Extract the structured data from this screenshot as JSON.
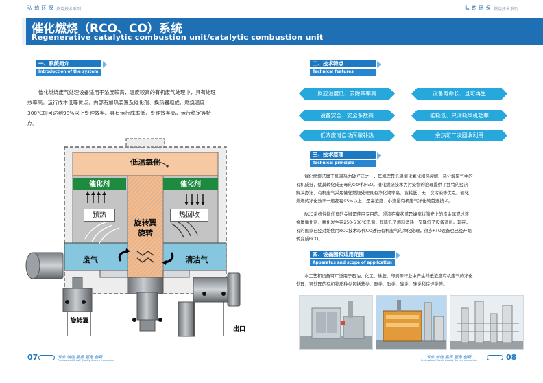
{
  "header": {
    "brand_left": "弘 韵 环 保",
    "series_left": "燃烧技术系列",
    "brand_right": "弘 韵 环 保",
    "series_right": "燃烧技术系列"
  },
  "title": {
    "cn": "催化燃烧（RCO、CO）系统",
    "en": "Regenerative catalytic combustion unit/catalytic combustion unit"
  },
  "intro": {
    "heading_cn": "一、系统简介",
    "heading_en": "Introduction of the system",
    "lines": [
      "催化燃烧废气处理设备适用于浓度较高，温度较高的有机废气处理中，具有处理",
      "效率高，运行成本低等优点，内部有加热装置及催化剂、换热器组成，燃烧温度",
      "300℃即可达到98%以上处理效率。具有运行成本低，处理效率高，运行稳定等特",
      "点。"
    ]
  },
  "diagram": {
    "top_label": "低温氧化",
    "catalyst_left": "催化剂",
    "catalyst_right": "催化剂",
    "preheat": "预热",
    "heat_recovery": "热回收",
    "center_1": "旋转翼",
    "center_2": "旋转",
    "waste_gas": "废气",
    "clean_gas": "清洁气",
    "rotor_label": "旋转翼",
    "outlet_label": "出口"
  },
  "features": {
    "heading_cn": "二、技术特点",
    "heading_en": "Technical features",
    "items": [
      "反应温度低、去除效率高",
      "设备寿命长、且可再生",
      "设备安全、安全系数高",
      "能耗低、只消耗风机功率",
      "低浓度时自动间歇补热",
      "余热可二次回收利用"
    ]
  },
  "principle": {
    "heading_cn": "三、技术原理",
    "heading_en": "Technical principle",
    "p1_lines": [
      "催化燃烧法属于低温热力破坏法之一，其机理是低温催化氧化和热裂解、热分解废气中的",
      "有机成分，使其转化成无毒的CO²和H₂O。催化燃烧技术为污染物的治理提供了独特的经济",
      "解决办法，有机废气采用催化燃烧处理具有净化效率高、能耗低、无二次污染等优点。催化",
      "燃烧的净化效率一般都在95%以上，是高浓度、小流量有机废气净化的首选技术。"
    ],
    "p2_lines": [
      "RCO系统性能优良的关键是使用专用的、浸渍在载状或是蜂窝状陶瓷上的贵金属或过渡",
      "金属催化剂，氧化发生在250-500℃低温，既降低了燃料消耗，又降低了设备造价。现在，",
      "有的国家已经对始使用RCO技术取代CO进行有机废气的净化处理，很多RTO设备也已经开始",
      "转变成RCO。"
    ]
  },
  "scope": {
    "heading_cn": "四、设备图和适用范围",
    "heading_en": "Apparatus and scope of application",
    "lines": [
      "本工艺和设备可广泛用于石油、化工、橡胶、印刷等行业中产生的低浓度有机废气的净化",
      "处理，可处理的有机物质种类包括苯类、酮类、酯类、醇类、醚类和烷烃类等。"
    ]
  },
  "footer": {
    "page_left": "07",
    "page_right": "08",
    "slogan_cn": "专业 诚信 品质 服务 创新",
    "slogan_en": "Professional Credit Quality Service Innovation"
  },
  "colors": {
    "brand_blue": "#1f6fb5",
    "pill_blue": "#27a8dd",
    "catalyst_green": "#1e8a40",
    "oxidation_peach": "#f7c9a3",
    "gas_blue": "#86c6df"
  }
}
